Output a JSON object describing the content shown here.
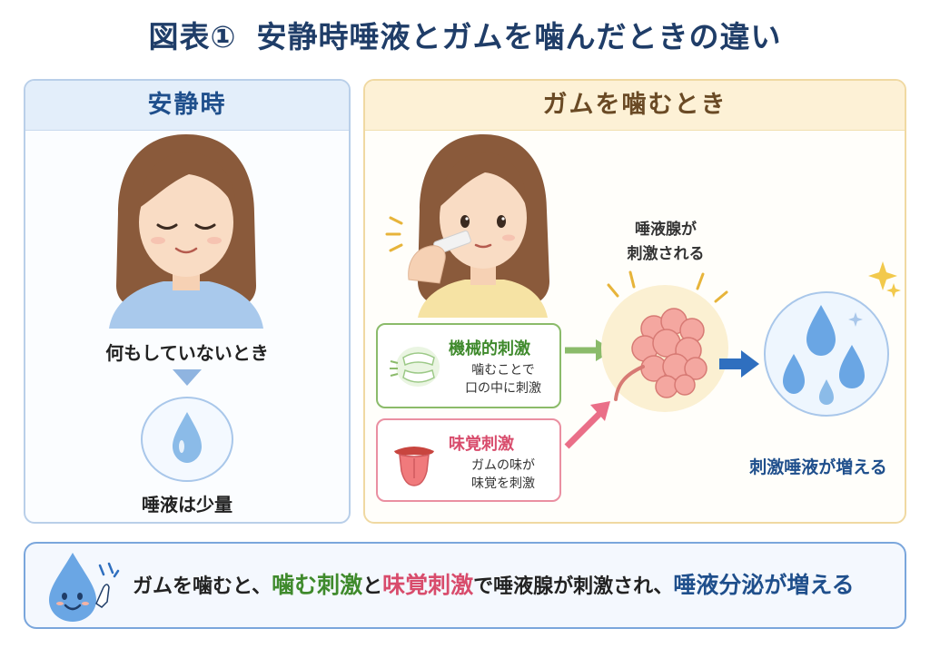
{
  "title": {
    "part1": "図表①",
    "part2": "安静時唾液とガムを噛んだときの違い"
  },
  "left_panel": {
    "header": "安静時",
    "caption": "何もしていないとき",
    "result": "唾液は少量"
  },
  "right_panel": {
    "header": "ガムを噛むとき",
    "gland_label_line1": "唾液腺が",
    "gland_label_line2": "刺激される",
    "result": "刺激唾液が増える",
    "mechanical": {
      "title": "機械的刺激",
      "desc_line1": "噛むことで",
      "desc_line2": "口の中に刺激"
    },
    "taste": {
      "title": "味覚刺激",
      "desc_line1": "ガムの味が",
      "desc_line2": "味覚を刺激"
    }
  },
  "summary": {
    "part1": "ガムを噛むと、",
    "part2": "噛む刺激",
    "part3": "と",
    "part4": "味覚刺激",
    "part5": "で唾液腺が刺激され、",
    "part6": "唾液分泌が増える"
  },
  "colors": {
    "title": "#1f3d68",
    "left_accent": "#1f4f8c",
    "right_accent": "#6a4a25",
    "mechanical": "#3f8a2c",
    "taste": "#d84c6c"
  }
}
